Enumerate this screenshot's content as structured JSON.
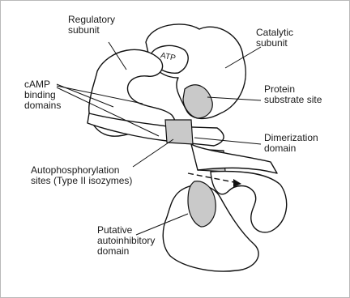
{
  "diagram": {
    "labels": {
      "regulatory_subunit": [
        "Regulatory",
        "subunit"
      ],
      "catalytic_subunit": [
        "Catalytic",
        "subunit"
      ],
      "atp": "ATP",
      "camp_binding": [
        "cAMP",
        "binding",
        "domains"
      ],
      "protein_substrate_site": [
        "Protein",
        "substrate site"
      ],
      "dimerization_domain": [
        "Dimerization",
        "domain"
      ],
      "autophosphorylation_sites": [
        "Autophosphorylation",
        "sites (Type II isozymes)"
      ],
      "putative_autoinhibitory": [
        "Putative",
        "autoinhibitory",
        "domain"
      ]
    },
    "colors": {
      "outline": "#111111",
      "shaded_region": "#c9c9c9",
      "background": "#ffffff",
      "frame": "#b9b9b9"
    }
  }
}
